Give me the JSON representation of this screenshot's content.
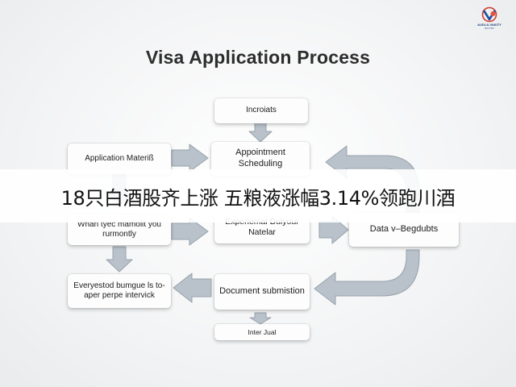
{
  "title": "Visa Application Process",
  "logo": {
    "name": "AUDI-A-VAKITY",
    "sub": "ВАСТЕК"
  },
  "boxes": {
    "top": "Incroiats",
    "left1": "Application Materiß",
    "appointment": "Appointment Scheduling",
    "left2": "Whan tyec mamolit you rurmontly",
    "middle": "Experiemal Dulyour Natelar",
    "right": "Data v–Begdubts",
    "left3": "Everyestod bumgue ls to-aper perpe intervick",
    "document": "Document submistion",
    "bottom": "Inter Jual"
  },
  "banner": "18只白酒股齐上涨 五粮液涨幅3.14%领跑川酒",
  "colors": {
    "arrow": "#b9c2ca",
    "arrow_stroke": "#97a2ac",
    "box": "#fdfdfd",
    "banner": "#ffffff"
  }
}
